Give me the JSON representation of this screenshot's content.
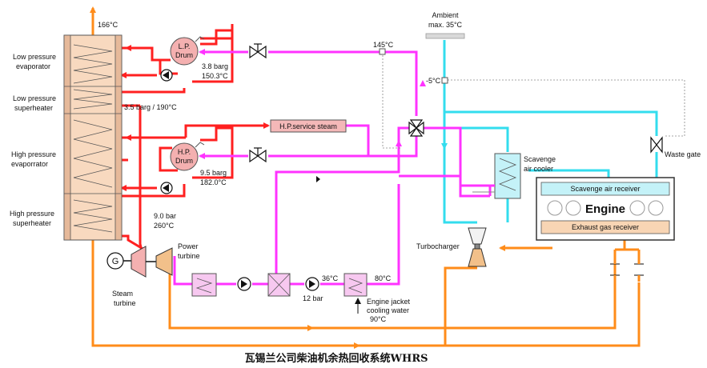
{
  "labels": {
    "temp_166": "166°C",
    "ambient": "Ambient",
    "ambient_max": "max. 35°C",
    "lp_evaporator_1": "Low pressure",
    "lp_evaporator_2": "evaporator",
    "lp_superheater_1": "Low pressure",
    "lp_superheater_2": "superheater",
    "hp_evaporator_1": "High pressure",
    "hp_evaporator_2": "evaporrator",
    "hp_superheater_1": "High pressure",
    "hp_superheater_2": "superheater",
    "lp_drum_1": "L.P.",
    "lp_drum_2": "Drum",
    "lp_pressure": "3.8 barg",
    "lp_temp": "150.3°C",
    "lp_sh_state": "3.5 barg / 190°C",
    "temp_145": "145°C",
    "temp_minus5": "-5°C",
    "hp_service": "H.P.service steam",
    "hp_drum_1": "H.P.",
    "hp_drum_2": "Drum",
    "hp_pressure": "9.5 barg",
    "hp_temp": "182.0°C",
    "scavenge_cooler_1": "Scavenge",
    "scavenge_cooler_2": "air cooler",
    "waste_gate": "Waste gate",
    "scavenge_receiver": "Scavenge air receiver",
    "engine": "Engine",
    "exhaust_receiver": "Exhaust gas receiver",
    "hp_sh_pressure": "9.0 bar",
    "hp_sh_temp": "260°C",
    "power_turbine_1": "Power",
    "power_turbine_2": "turbine",
    "turbocharger": "Turbocharger",
    "steam_turbine_1": "Steam",
    "steam_turbine_2": "turbine",
    "generator": "G",
    "temp_36": "36°C",
    "temp_80": "80°C",
    "pressure_12": "12 bar",
    "jacket_1": "Engine jacket",
    "jacket_2": "cooling water",
    "jacket_3": "90°C",
    "caption": "瓦锡兰公司柴油机余热回收系统WHRS"
  },
  "colors": {
    "steam": "#ff2020",
    "feedwater": "#ff33ff",
    "exhaust": "#ff8c1a",
    "air": "#33ddee",
    "boiler_fill": "#f8d9bf",
    "drum_fill": "#f4b0b0",
    "hx_fill": "#f7c8f0",
    "receiver_air": "#c4f2f8",
    "receiver_gas": "#f8d5b4"
  }
}
